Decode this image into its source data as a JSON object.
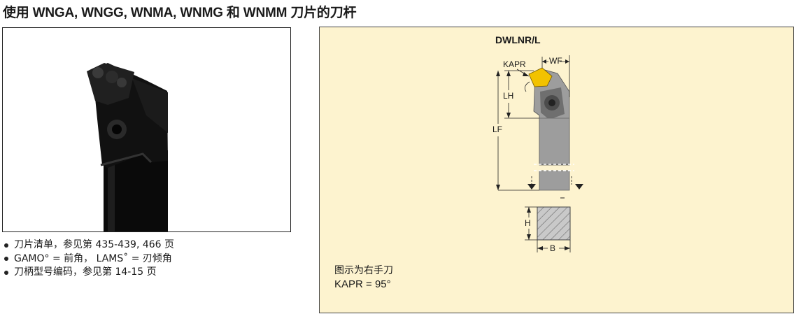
{
  "title": "使用 WNGA, WNGG, WNMA, WNMG 和 WNMM 刀片的刀杆",
  "bullets": [
    "刀片清单，参见第 435-439, 466 页",
    "GAMO° = 前角， LAMS˚ = 刃倾角",
    "刀柄型号编码，参见第 14-15 页"
  ],
  "diagram": {
    "model": "DWLNR/L",
    "labels": {
      "kapr": "KAPR",
      "wf": "WF",
      "lh": "LH",
      "lf": "LF",
      "h": "H",
      "b": "B"
    },
    "notes": [
      "图示为右手刀",
      "KAPR = 95°"
    ]
  },
  "colors": {
    "panel_bg": "#fdf3cf",
    "insert_yellow": "#f2c200",
    "holder_gray": "#9d9d9d"
  }
}
